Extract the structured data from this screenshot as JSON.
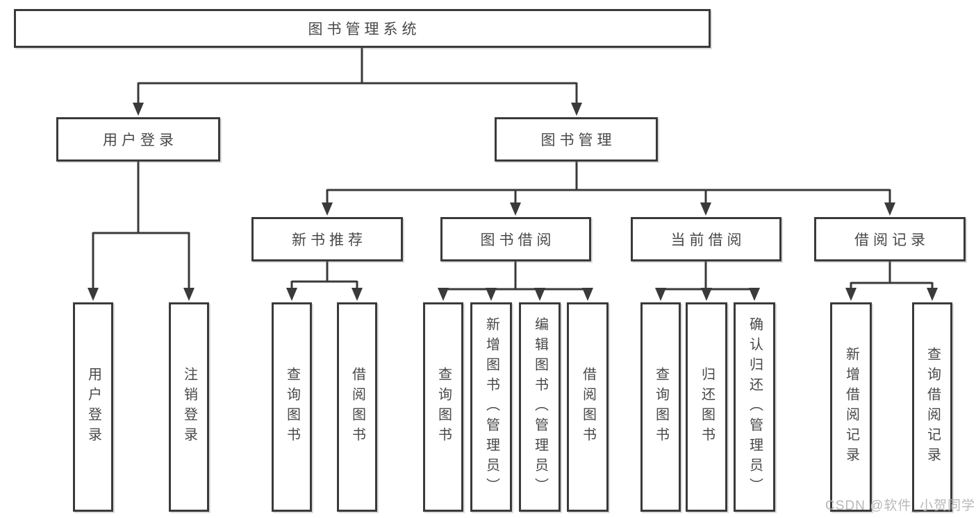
{
  "diagram": {
    "type": "hierarchy-tree",
    "orientation": "top-down"
  },
  "tree": {
    "label": "图书管理系统",
    "children": [
      {
        "label": "用户登录",
        "children": [
          {
            "label": "用户登录"
          },
          {
            "label": "注销登录"
          }
        ]
      },
      {
        "label": "图书管理",
        "children": [
          {
            "label": "新书推荐",
            "children": [
              {
                "label": "查询图书"
              },
              {
                "label": "借阅图书"
              }
            ]
          },
          {
            "label": "图书借阅",
            "children": [
              {
                "label": "查询图书"
              },
              {
                "label": "新增图书（管理员）"
              },
              {
                "label": "编辑图书（管理员）"
              },
              {
                "label": "借阅图书"
              }
            ]
          },
          {
            "label": "当前借阅",
            "children": [
              {
                "label": "查询图书"
              },
              {
                "label": "归还图书"
              },
              {
                "label": "确认归还（管理员）"
              }
            ]
          },
          {
            "label": "借阅记录",
            "children": [
              {
                "label": "新增借阅记录"
              },
              {
                "label": "查询借阅记录"
              }
            ]
          }
        ]
      }
    ]
  },
  "watermark": {
    "text": "CSDN @软件_小贺同学"
  },
  "colors": {
    "line": "#3a3a3a",
    "box_border": "#3a3a3a",
    "box_fill": "#ffffff",
    "text": "#484848",
    "watermark": "#b2b2b5",
    "background": "#ffffff"
  }
}
